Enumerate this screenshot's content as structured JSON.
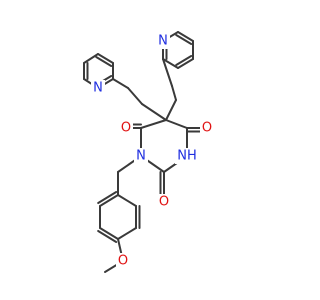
{
  "atoms": {
    "n_pyr_left": {
      "label": "N",
      "color": "#1f2ee0"
    },
    "n_pyr_right": {
      "label": "N",
      "color": "#1f2ee0"
    },
    "o_c4": {
      "label": "O",
      "color": "#e01212"
    },
    "o_c6": {
      "label": "O",
      "color": "#e01212"
    },
    "n1": {
      "label": "N",
      "color": "#1f2ee0"
    },
    "n3": {
      "label": "NH",
      "color": "#1f2ee0"
    },
    "o_c2": {
      "label": "O",
      "color": "#e01212"
    },
    "o_methoxy": {
      "label": "O",
      "color": "#e01212"
    }
  },
  "bond_color": "#3a3a3a"
}
